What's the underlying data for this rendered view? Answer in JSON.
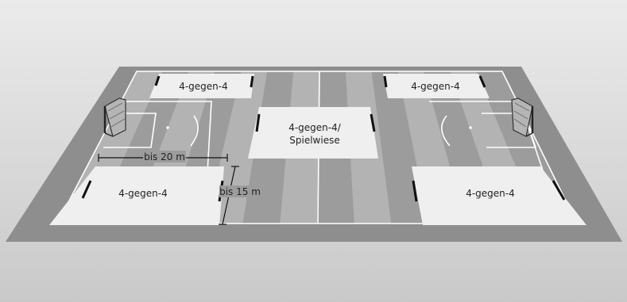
{
  "zones": {
    "top_left": "4-gegen-4",
    "top_right": "4-gegen-4",
    "center_line1": "4-gegen-4/",
    "center_line2": "Spielwiese",
    "bottom_left": "4-gegen-4",
    "bottom_right": "4-gegen-4"
  },
  "dimensions": {
    "width": "bis 20 m",
    "height": "bis 15 m"
  },
  "colors": {
    "background_top": "#e6e6e6",
    "background_bottom": "#c8c8c8",
    "border": "#8e8e8e",
    "stripe_dark": "#9c9c9c",
    "stripe_light": "#b3b3b3",
    "zone_fill": "#efefef",
    "lines": "#ffffff",
    "marker": "#111111"
  }
}
